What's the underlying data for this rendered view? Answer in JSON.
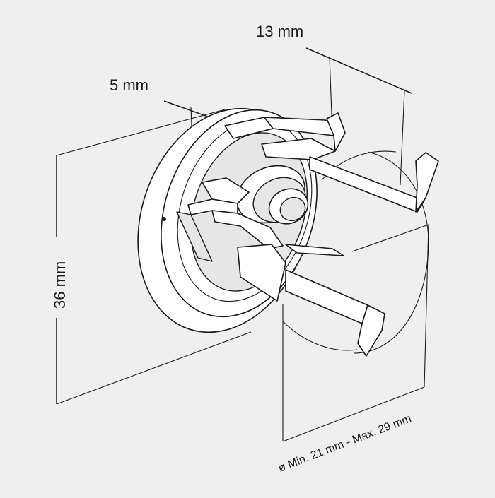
{
  "dimensions": {
    "width_top": "13 mm",
    "width_prong": "5 mm",
    "height": "36 mm",
    "diameter_range": "ø Min. 21 mm - Max. 29 mm"
  },
  "colors": {
    "background": "#efefef",
    "line": "#1a1a1a",
    "fill": "#ffffff",
    "shade": "#e6e6e6"
  }
}
